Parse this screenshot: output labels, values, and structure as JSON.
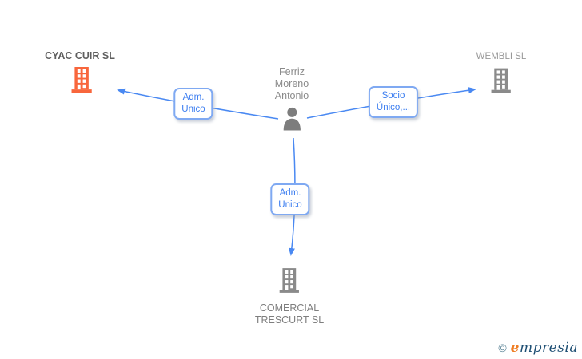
{
  "diagram": {
    "person": {
      "name_lines": [
        "Ferriz",
        "Moreno",
        "Antonio"
      ]
    },
    "companies": {
      "top_left": {
        "name": "CYAC CUIR SL"
      },
      "top_right": {
        "name": "WEMBLI SL"
      },
      "bottom": {
        "name_lines": [
          "COMERCIAL",
          "TRESCURT SL"
        ]
      }
    },
    "relations": {
      "left": {
        "lines": [
          "Adm.",
          "Unico"
        ]
      },
      "right": {
        "lines": [
          "Socio",
          "Único,..."
        ]
      },
      "bottom": {
        "lines": [
          "Adm.",
          "Unico"
        ]
      }
    }
  },
  "footer": {
    "copyright": "©",
    "brand_e": "e",
    "brand_rest": "mpresia"
  },
  "colors": {
    "edge_blue": "#4a89f2",
    "label_border_blue": "#7fa9f2",
    "label_text_blue": "#3b7df0",
    "highlight_orange": "#f8663c",
    "node_gray": "#8a8a8a",
    "brand_orange": "#ef7d23",
    "brand_navy": "#1d4e73",
    "copyright_teal": "#5f8799"
  }
}
